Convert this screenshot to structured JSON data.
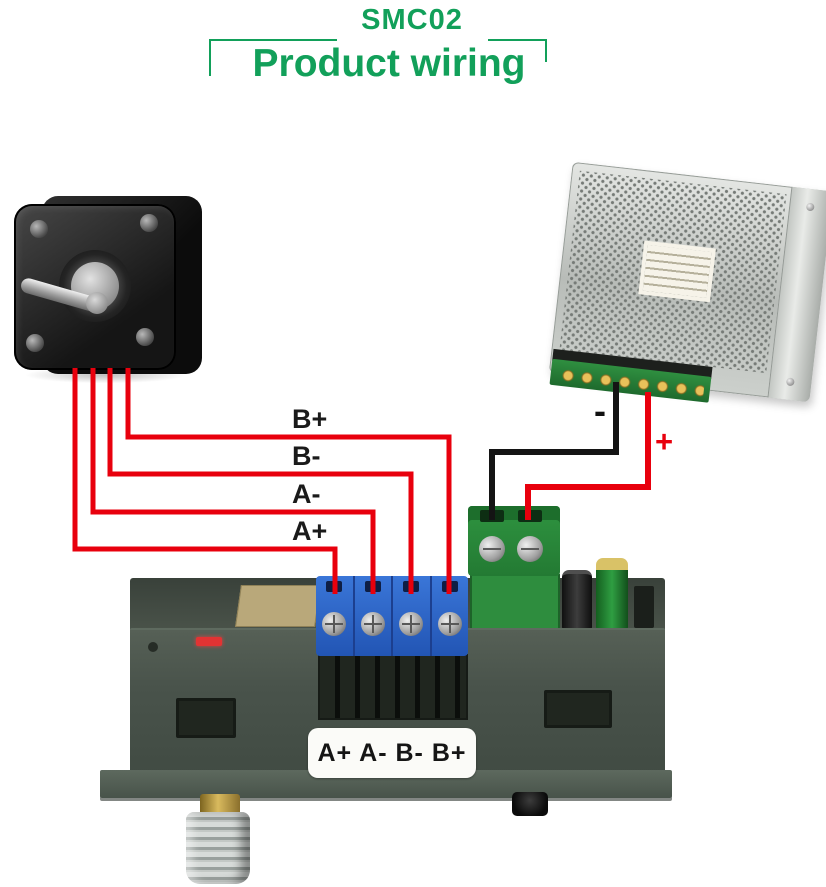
{
  "header": {
    "model": "SMC02",
    "title": "Product wiring"
  },
  "wire_labels": [
    {
      "text": "B+"
    },
    {
      "text": "B-"
    },
    {
      "text": "A-"
    },
    {
      "text": "A+"
    }
  ],
  "power_labels": {
    "negative": "-",
    "positive": "+"
  },
  "board": {
    "terminal_plate": "A+ A- B- B+"
  },
  "colors": {
    "accent_green": "#12a05a",
    "wire_red": "#e8000d",
    "wire_black": "#141414"
  }
}
